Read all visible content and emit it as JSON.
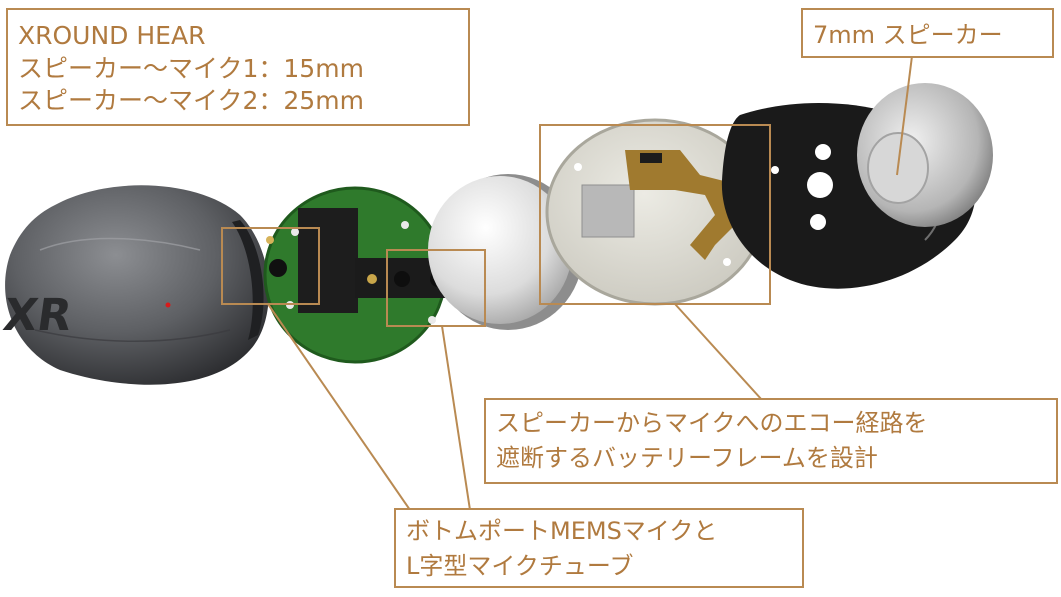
{
  "title_box": {
    "line1": "XROUND HEAR",
    "line2": "スピーカー～マイク1：15mm",
    "line3": "スピーカー～マイク2：25mm"
  },
  "speaker_box": {
    "text": "7mm スピーカー"
  },
  "frame_box": {
    "line1": "スピーカーからマイクへのエコー経路を",
    "line2": "遮断するバッテリーフレームを設計"
  },
  "mems_box": {
    "line1": "ボトムポートMEMSマイクと",
    "line2": "L字型マイクチューブ"
  },
  "logo": {
    "text": "XR"
  },
  "colors": {
    "callout_line": "#b98a52",
    "callout_text": "#b07a3f",
    "pcb_green": "#2f7a2c",
    "housing_gray": "#5e6064"
  }
}
